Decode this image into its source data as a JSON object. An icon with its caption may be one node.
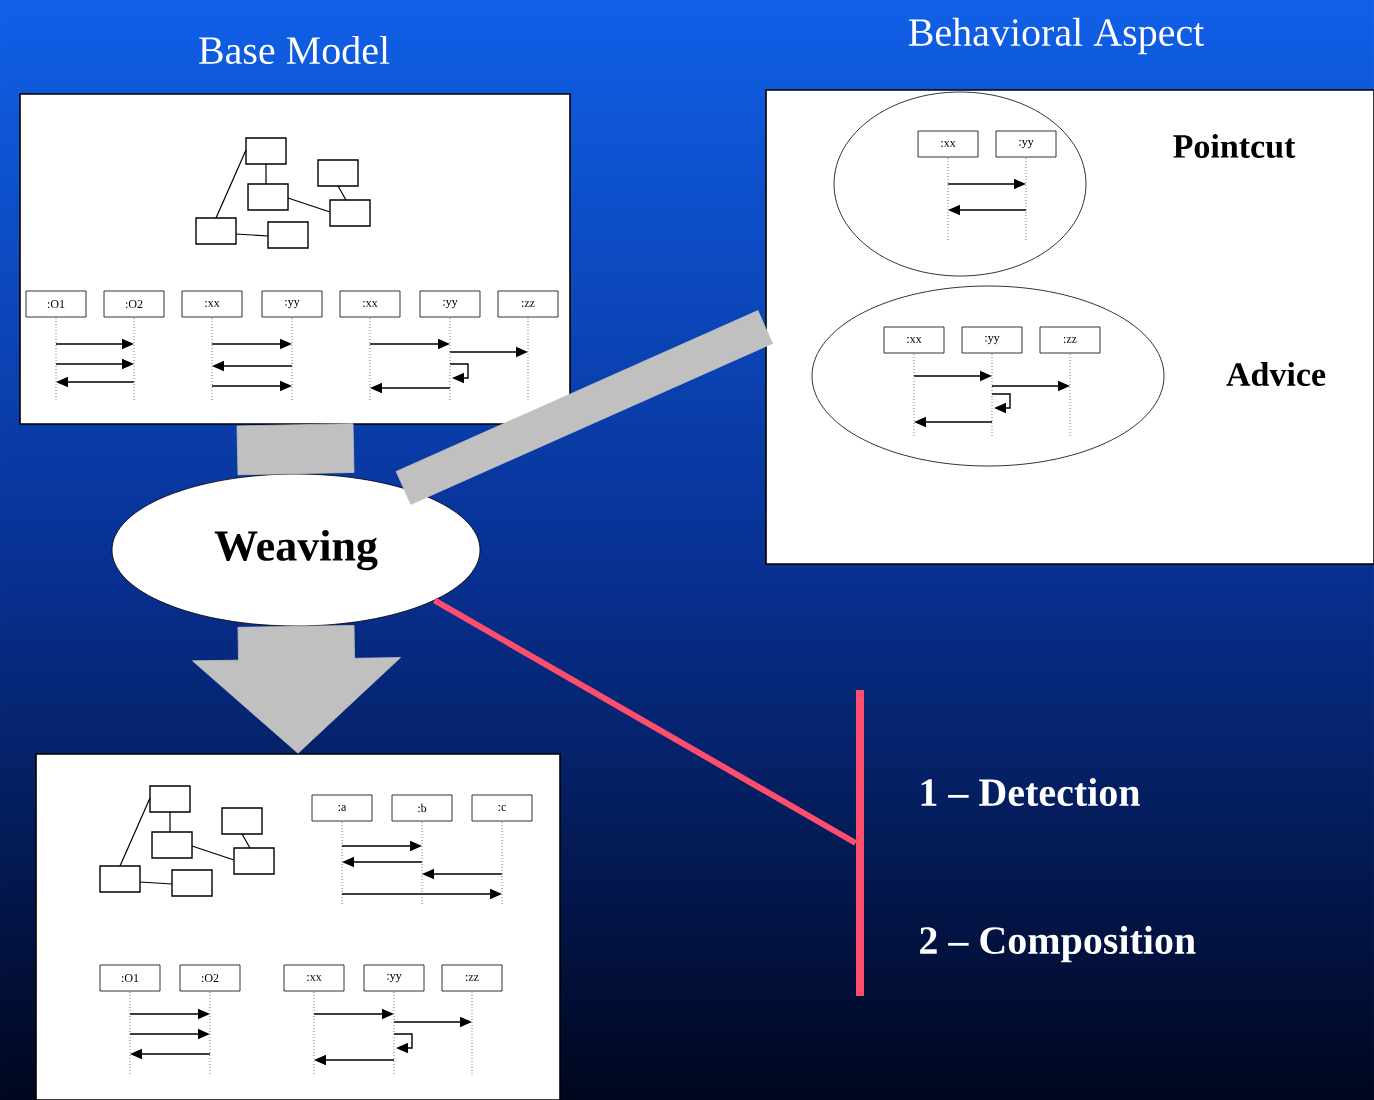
{
  "diagram": {
    "nodes": [
      {
        "text": [
          "Base Model"
        ]
      },
      {
        "text": [
          "Behavioral Aspect"
        ]
      },
      {
        "text": [
          "Pointcut"
        ],
        "in": 1
      },
      {
        "text": [
          "Advice"
        ],
        "in": 1
      },
      {
        "text": [
          "Weaving"
        ]
      },
      {
        "text": [],
        "shape": "box"
      },
      {
        "text": [],
        "shape": "bar",
        "beside": [
          "1 – Detection",
          "2 – Composition"
        ]
      },
      {
        "text": [
          ":O1"
        ],
        "in": 0
      },
      {
        "text": [
          ":O2"
        ],
        "in": 0
      },
      {
        "text": [
          ":xx"
        ],
        "in": 0
      },
      {
        "text": [
          ":yy"
        ],
        "in": 0
      },
      {
        "text": [
          ":xx"
        ],
        "in": 0
      },
      {
        "text": [
          ":yy"
        ],
        "in": 0
      },
      {
        "text": [
          ":zz"
        ],
        "in": 0
      },
      {
        "text": [
          ":xx"
        ],
        "in": 2
      },
      {
        "text": [
          ":yy"
        ],
        "in": 2
      },
      {
        "text": [
          ":xx"
        ],
        "in": 3
      },
      {
        "text": [
          ":yy"
        ],
        "in": 3
      },
      {
        "text": [
          ":zz"
        ],
        "in": 3
      },
      {
        "text": [
          ":a"
        ],
        "in": 5
      },
      {
        "text": [
          ":b"
        ],
        "in": 5
      },
      {
        "text": [
          ":c"
        ],
        "in": 5
      },
      {
        "text": [
          ":O1"
        ],
        "in": 5
      },
      {
        "text": [
          ":O2"
        ],
        "in": 5
      },
      {
        "text": [
          ":xx"
        ],
        "in": 5
      },
      {
        "text": [
          ":yy"
        ],
        "in": 5
      },
      {
        "text": [
          ":zz"
        ],
        "in": 5
      }
    ],
    "edges": [
      {
        "from": 0,
        "to": 4,
        "arrow": "none",
        "style": "thick"
      },
      {
        "from": 1,
        "to": 4,
        "arrow": "none",
        "style": "thick"
      },
      {
        "from": 4,
        "to": 5,
        "arrow": "to",
        "style": "thick"
      },
      {
        "from": 4,
        "to": 6,
        "arrow": "none",
        "color": "#ff4d6d"
      }
    ]
  }
}
